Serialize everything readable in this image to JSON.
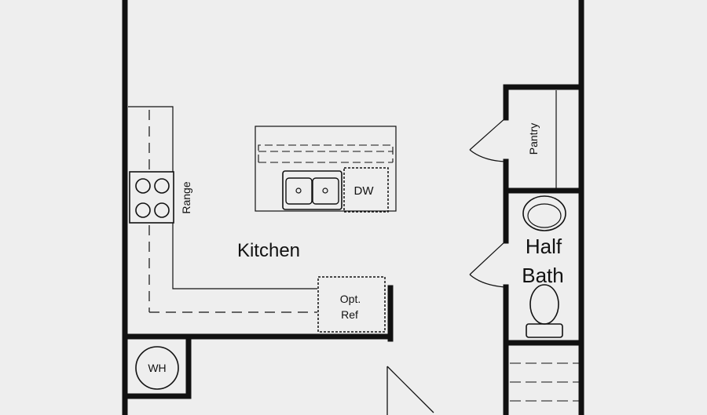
{
  "floorplan": {
    "background": "#eeeeee",
    "wall_color": "#111111",
    "rooms": {
      "kitchen": "Kitchen",
      "half_bath_line1": "Half",
      "half_bath_line2": "Bath",
      "pantry": "Pantry"
    },
    "fixtures": {
      "range": "Range",
      "dishwasher": "DW",
      "refrigerator_line1": "Opt.",
      "refrigerator_line2": "Ref",
      "water_heater": "WH"
    }
  }
}
